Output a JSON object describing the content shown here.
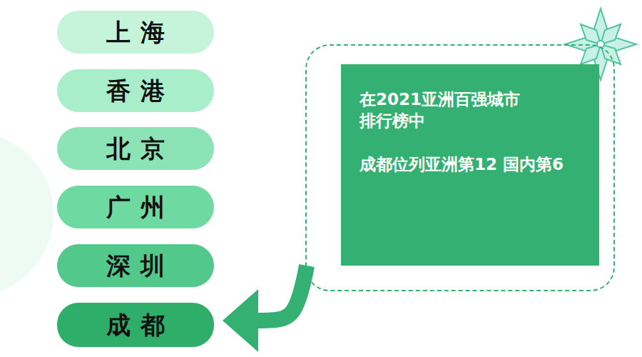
{
  "diagram": {
    "nodes": [
      {
        "text": [
          "上海"
        ]
      },
      {
        "text": [
          "香港"
        ]
      },
      {
        "text": [
          "北京"
        ]
      },
      {
        "text": [
          "广州"
        ]
      },
      {
        "text": [
          "深圳"
        ]
      },
      {
        "text": [
          "成都"
        ]
      },
      {
        "text": [
          "在2021亚洲百强城市 排行榜中",
          "成都位列亚洲第12 国内第6"
        ]
      }
    ],
    "edges": [
      {
        "from": 6,
        "to": 5,
        "arrow": "to"
      }
    ]
  }
}
